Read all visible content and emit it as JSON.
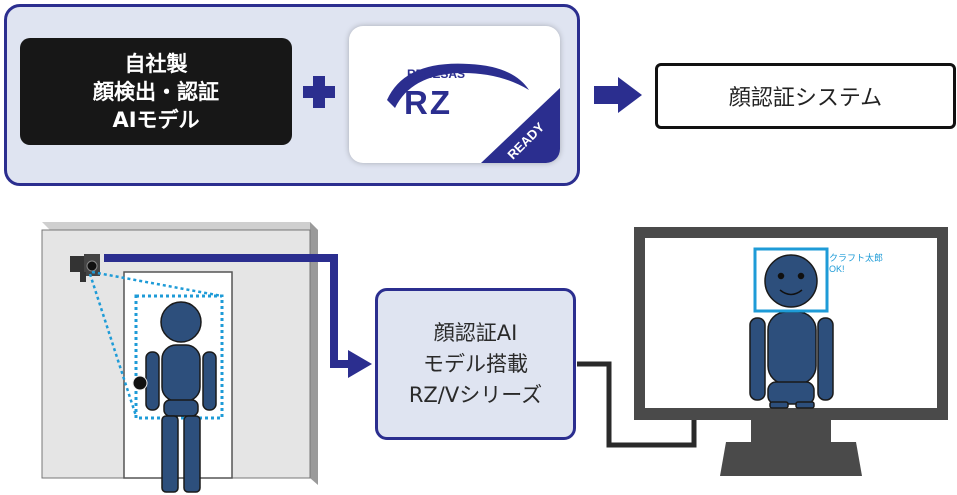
{
  "top": {
    "model_box": {
      "lines": [
        "自社製",
        "顔検出・認証",
        "AIモデル"
      ]
    },
    "chip": {
      "brand": "RENESAS",
      "product": "RZ",
      "ribbon": "READY"
    },
    "output_label": "顔認証システム"
  },
  "bottom": {
    "device_box": {
      "lines": [
        "顔認証AI",
        "モデル搭載",
        "RZ/Vシリーズ"
      ]
    },
    "monitor": {
      "name_text": "クラフト太郎",
      "status_text": "OK!"
    }
  },
  "colors": {
    "navy": "#2b2e8f",
    "panel_bg": "#dfe4f1",
    "figure": "#2d4f7c",
    "detect": "#1e9bd7"
  }
}
